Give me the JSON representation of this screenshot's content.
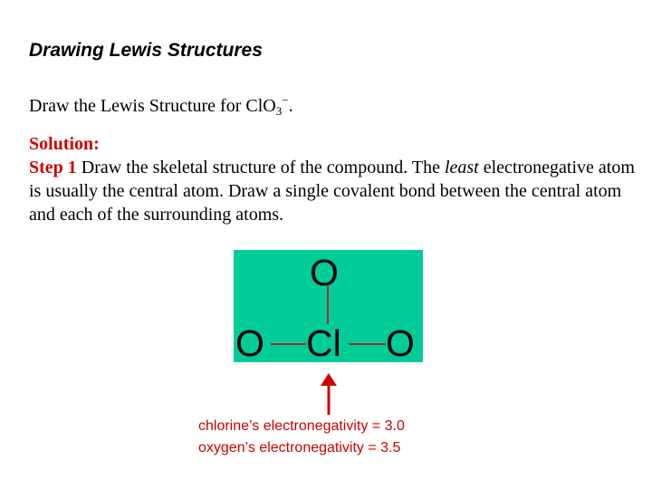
{
  "title": "Drawing Lewis Structures",
  "question": {
    "prefix": "Draw the Lewis Structure for ClO",
    "subscript": "3",
    "superscript": "−",
    "suffix": "."
  },
  "solution": {
    "label": "Solution:",
    "step_label": "Step 1",
    "text_before": " Draw the skeletal structure of the compound.  The ",
    "emphasis": "least",
    "text_after": " electronegative atom is usually the central atom. Draw a single covalent bond between the central atom and each of the surrounding atoms."
  },
  "diagram": {
    "background_color": "#00cc99",
    "atoms": {
      "top": "O",
      "left": "O",
      "center": "Cl",
      "right": "O"
    }
  },
  "notes": [
    "chlorine’s electronegativity = 3.0",
    "oxygen’s electronegativity = 3.5"
  ],
  "colors": {
    "accent": "#cc0000",
    "bond": "#cc0000"
  }
}
